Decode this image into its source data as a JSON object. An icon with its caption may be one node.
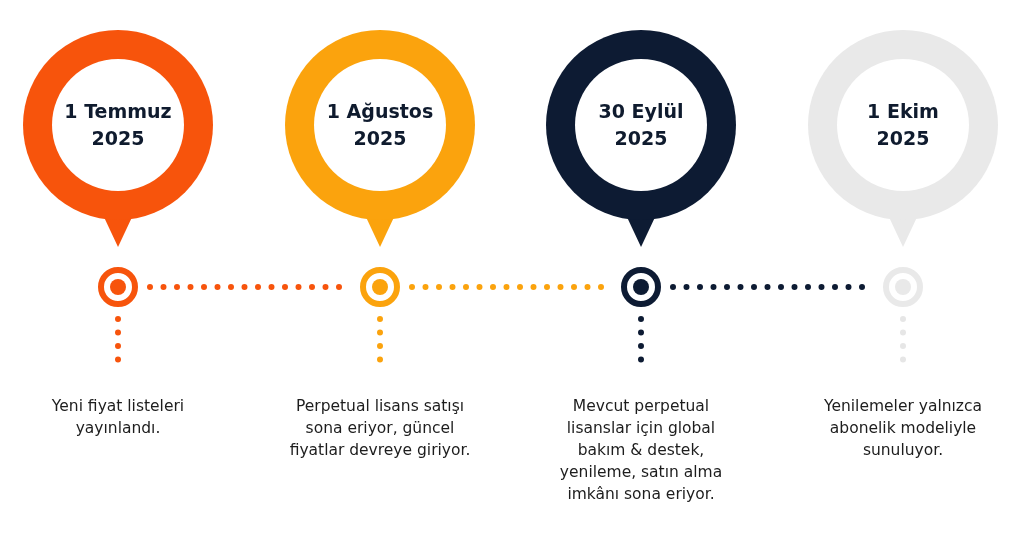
{
  "diagram": {
    "nodes": [
      {
        "text": [
          "1 Temmuz 2025"
        ]
      },
      {
        "text": [
          "1 Ağustos 2025"
        ]
      },
      {
        "text": [
          "30 Eylül 2025"
        ]
      },
      {
        "text": [
          "1 Ekim 2025"
        ]
      },
      {
        "text": [],
        "shape": "circle"
      },
      {
        "text": [],
        "shape": "circle"
      },
      {
        "text": [],
        "shape": "circle"
      },
      {
        "text": [],
        "shape": "circle"
      },
      {
        "text": [
          "Yeni fiyat listeleri yayınlandı."
        ]
      },
      {
        "text": [
          "Perpetual lisans satışı sona eriyor, güncel fiyatlar devreye giriyor."
        ]
      },
      {
        "text": [
          "Mevcut perpetual lisanslar için global bakım & destek, yenileme, satın alma imkânı sona eriyor."
        ]
      },
      {
        "text": [
          "Yenilemeler yalnızca abonelik modeliyle sunuluyor."
        ]
      }
    ],
    "edges": [
      {
        "from": 4,
        "to": 5,
        "arrow": "none",
        "color": "#f7540c"
      },
      {
        "from": 5,
        "to": 6,
        "arrow": "none",
        "color": "#fba30d"
      },
      {
        "from": 6,
        "to": 7,
        "arrow": "none",
        "color": "#0d1b33"
      },
      {
        "from": 4,
        "to": 8,
        "arrow": "none",
        "color": "#f7540c"
      },
      {
        "from": 5,
        "to": 9,
        "arrow": "none",
        "color": "#fba30d"
      },
      {
        "from": 6,
        "to": 10,
        "arrow": "none",
        "color": "#0d1b33"
      },
      {
        "from": 7,
        "to": 11,
        "arrow": "none",
        "color": "#e6e6e6"
      }
    ]
  }
}
